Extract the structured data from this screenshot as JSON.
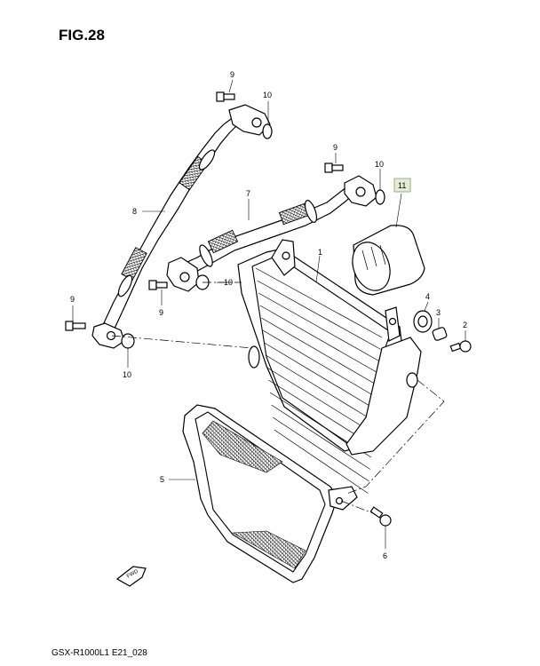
{
  "figure": {
    "title": "FIG.28",
    "footer_code": "GSX-R1000L1 E21_028"
  },
  "callouts": [
    {
      "id": "c9a",
      "label": "9"
    },
    {
      "id": "c10a",
      "label": "10"
    },
    {
      "id": "c8",
      "label": "8"
    },
    {
      "id": "c7",
      "label": "7"
    },
    {
      "id": "c9b",
      "label": "9"
    },
    {
      "id": "c10b",
      "label": "10"
    },
    {
      "id": "c11",
      "label": "11"
    },
    {
      "id": "c1",
      "label": "1"
    },
    {
      "id": "c10c",
      "label": "10"
    },
    {
      "id": "c9c",
      "label": "9"
    },
    {
      "id": "c9d",
      "label": "9"
    },
    {
      "id": "c10d",
      "label": "10"
    },
    {
      "id": "c4",
      "label": "4"
    },
    {
      "id": "c3",
      "label": "3"
    },
    {
      "id": "c2",
      "label": "2"
    },
    {
      "id": "c5",
      "label": "5"
    },
    {
      "id": "c6",
      "label": "6"
    }
  ],
  "direction_marker": {
    "label": "FWD"
  }
}
